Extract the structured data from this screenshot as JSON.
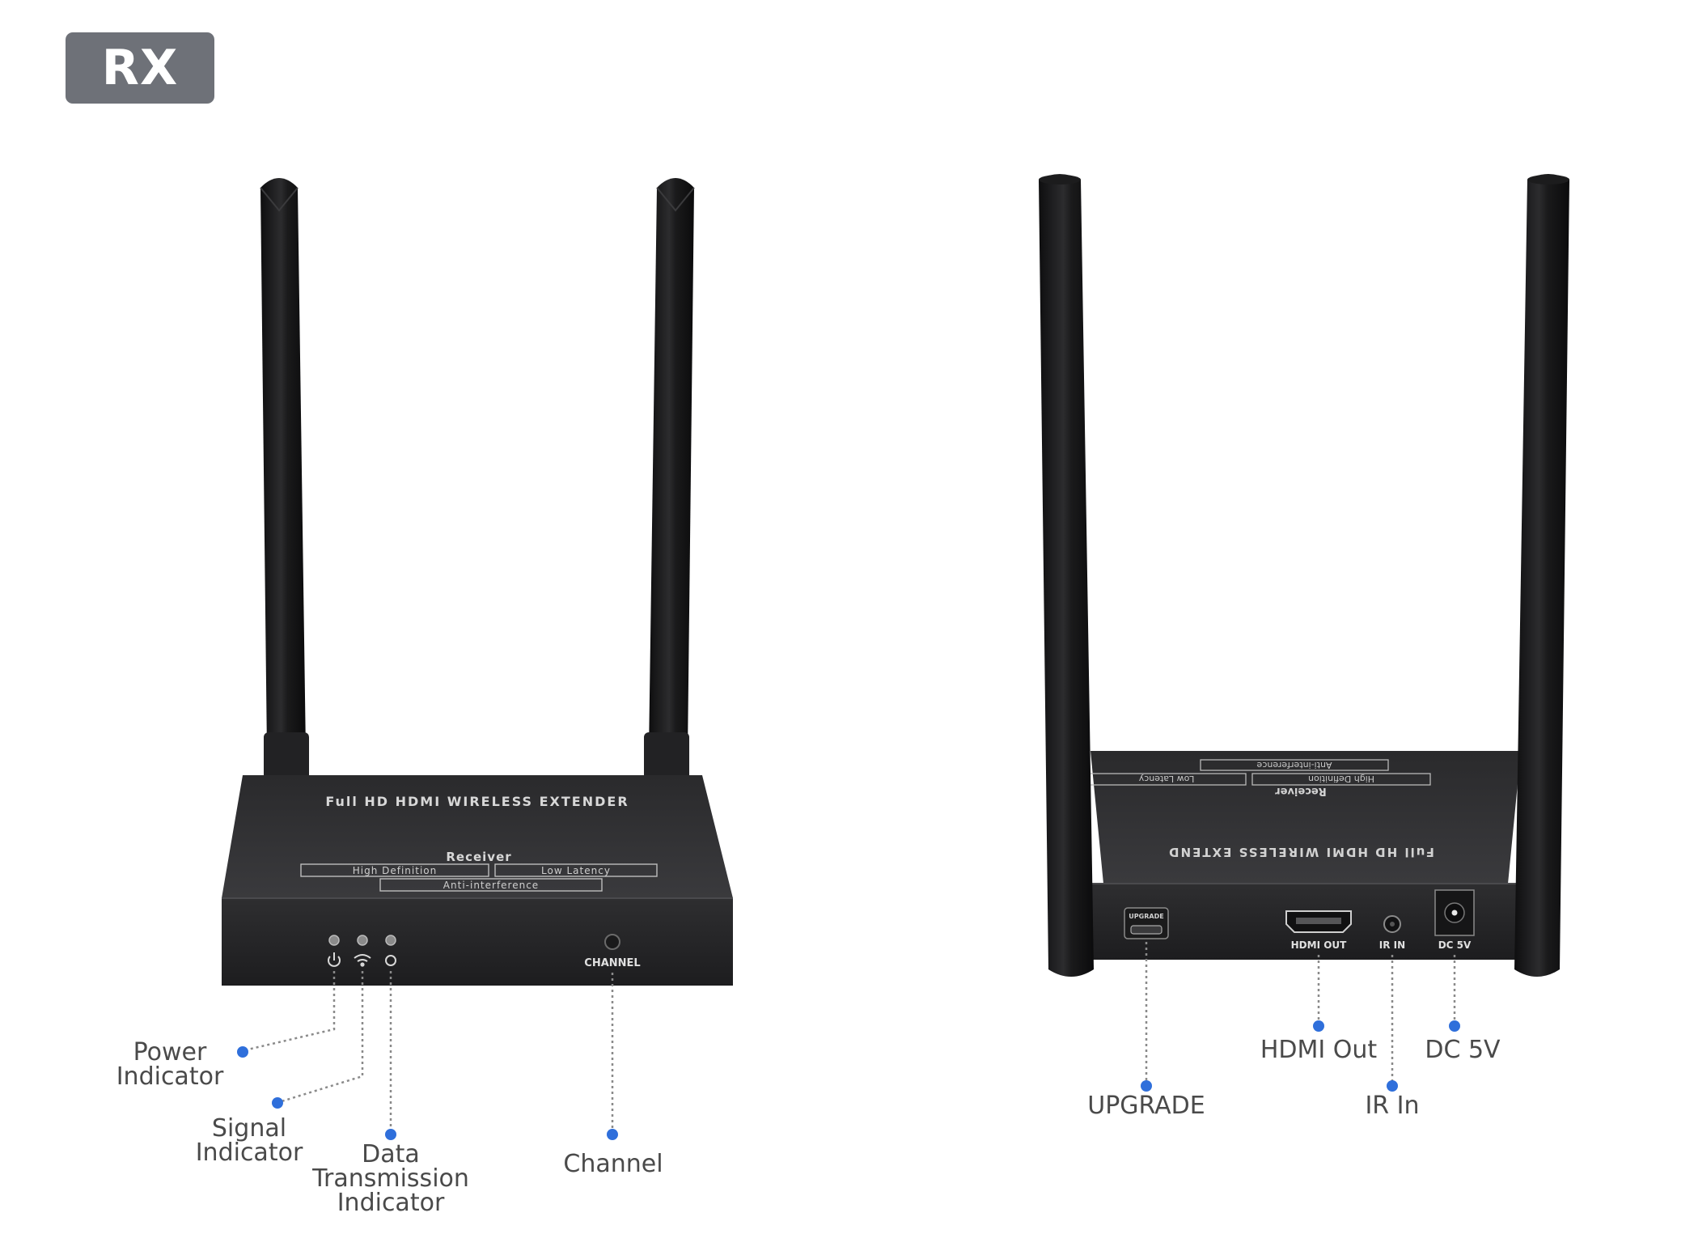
{
  "badge": {
    "label": "RX"
  },
  "front_panel": {
    "top_label": "Full HD HDMI WIRELESS EXTENDER",
    "model_label": "Receiver",
    "feature_tags": [
      "High Definition",
      "Low Latency",
      "Anti-interference"
    ],
    "button_label": "CHANNEL"
  },
  "rear_panel": {
    "top_label": "Full HD HDMI WIRELESS EXTEND",
    "model_label": "Receiver",
    "feature_tags": [
      "High Definition",
      "Low Latency",
      "Anti-interference"
    ],
    "port_labels": {
      "upgrade": "UPGRADE",
      "hdmi_out": "HDMI OUT",
      "ir_in": "IR IN",
      "dc": "DC 5V"
    }
  },
  "callouts": {
    "power": "Power\nIndicator",
    "signal": "Signal\nIndicator",
    "data": "Data\nTransmission\nIndicator",
    "channel": "Channel",
    "upgrade": "UPGRADE",
    "hdmi_out": "HDMI Out",
    "ir_in": "IR In",
    "dc": "DC 5V"
  },
  "colors": {
    "badge_bg": "#6e7178",
    "device_body": "#2b2b2d",
    "callout_dot": "#2f6fdb",
    "callout_text": "#4a4a4a"
  },
  "icons": [
    "power-icon",
    "wifi-icon",
    "ring-icon"
  ]
}
